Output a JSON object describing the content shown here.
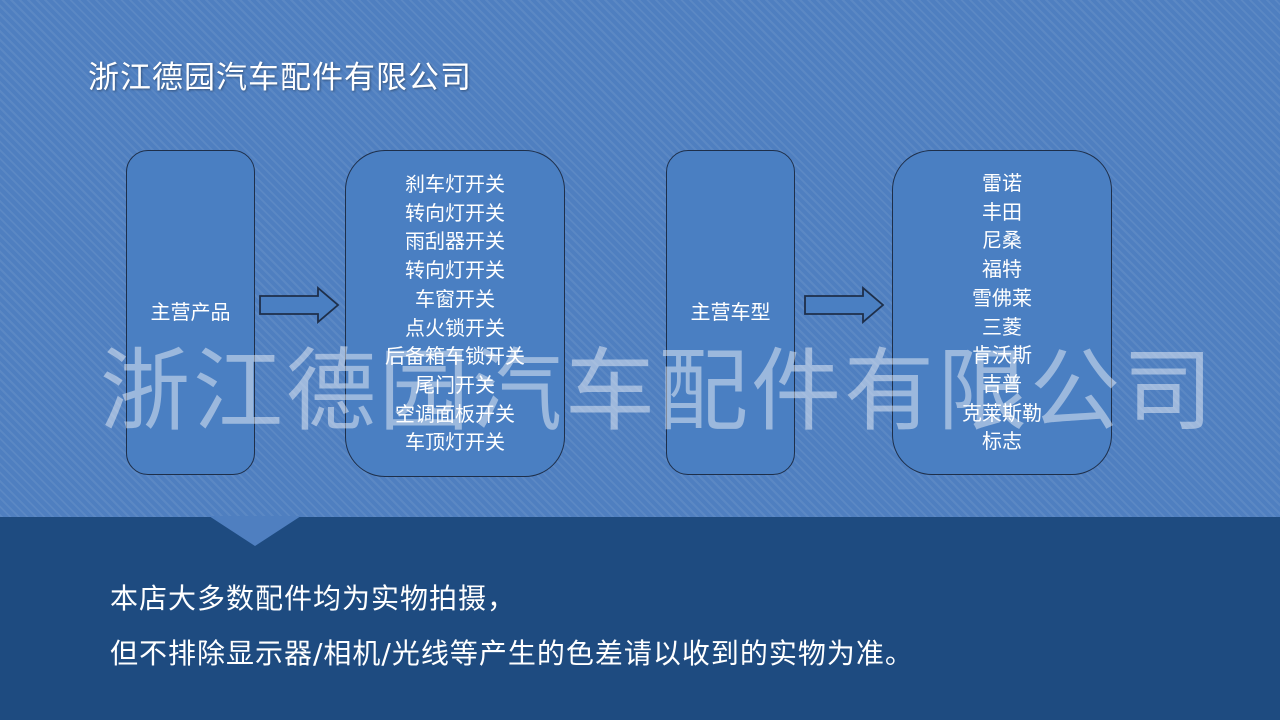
{
  "title": "浙江德园汽车配件有限公司",
  "box_products_label": "主营产品",
  "products": [
    "刹车灯开关",
    "转向灯开关",
    "雨刮器开关",
    "转向灯开关",
    "车窗开关",
    "点火锁开关",
    "后备箱车锁开关",
    "尾门开关",
    "空调面板开关",
    "车顶灯开关"
  ],
  "box_models_label": "主营车型",
  "models": [
    "雷诺",
    "丰田",
    "尼桑",
    "福特",
    "雪佛莱",
    "三菱",
    "肯沃斯",
    "吉普",
    "克莱斯勒",
    "标志"
  ],
  "watermark": "浙江德园汽车配件有限公司",
  "notice": {
    "line1": "本店大多数配件均为实物拍摄，",
    "line2": "但不排除显示器/相机/光线等产生的色差请以收到的实物为准。"
  },
  "colors": {
    "background": "#4f7fc0",
    "box_fill": "#4a7fc2",
    "box_border": "#1e2f4a",
    "footer": "#1e4b80",
    "text": "#ffffff"
  }
}
